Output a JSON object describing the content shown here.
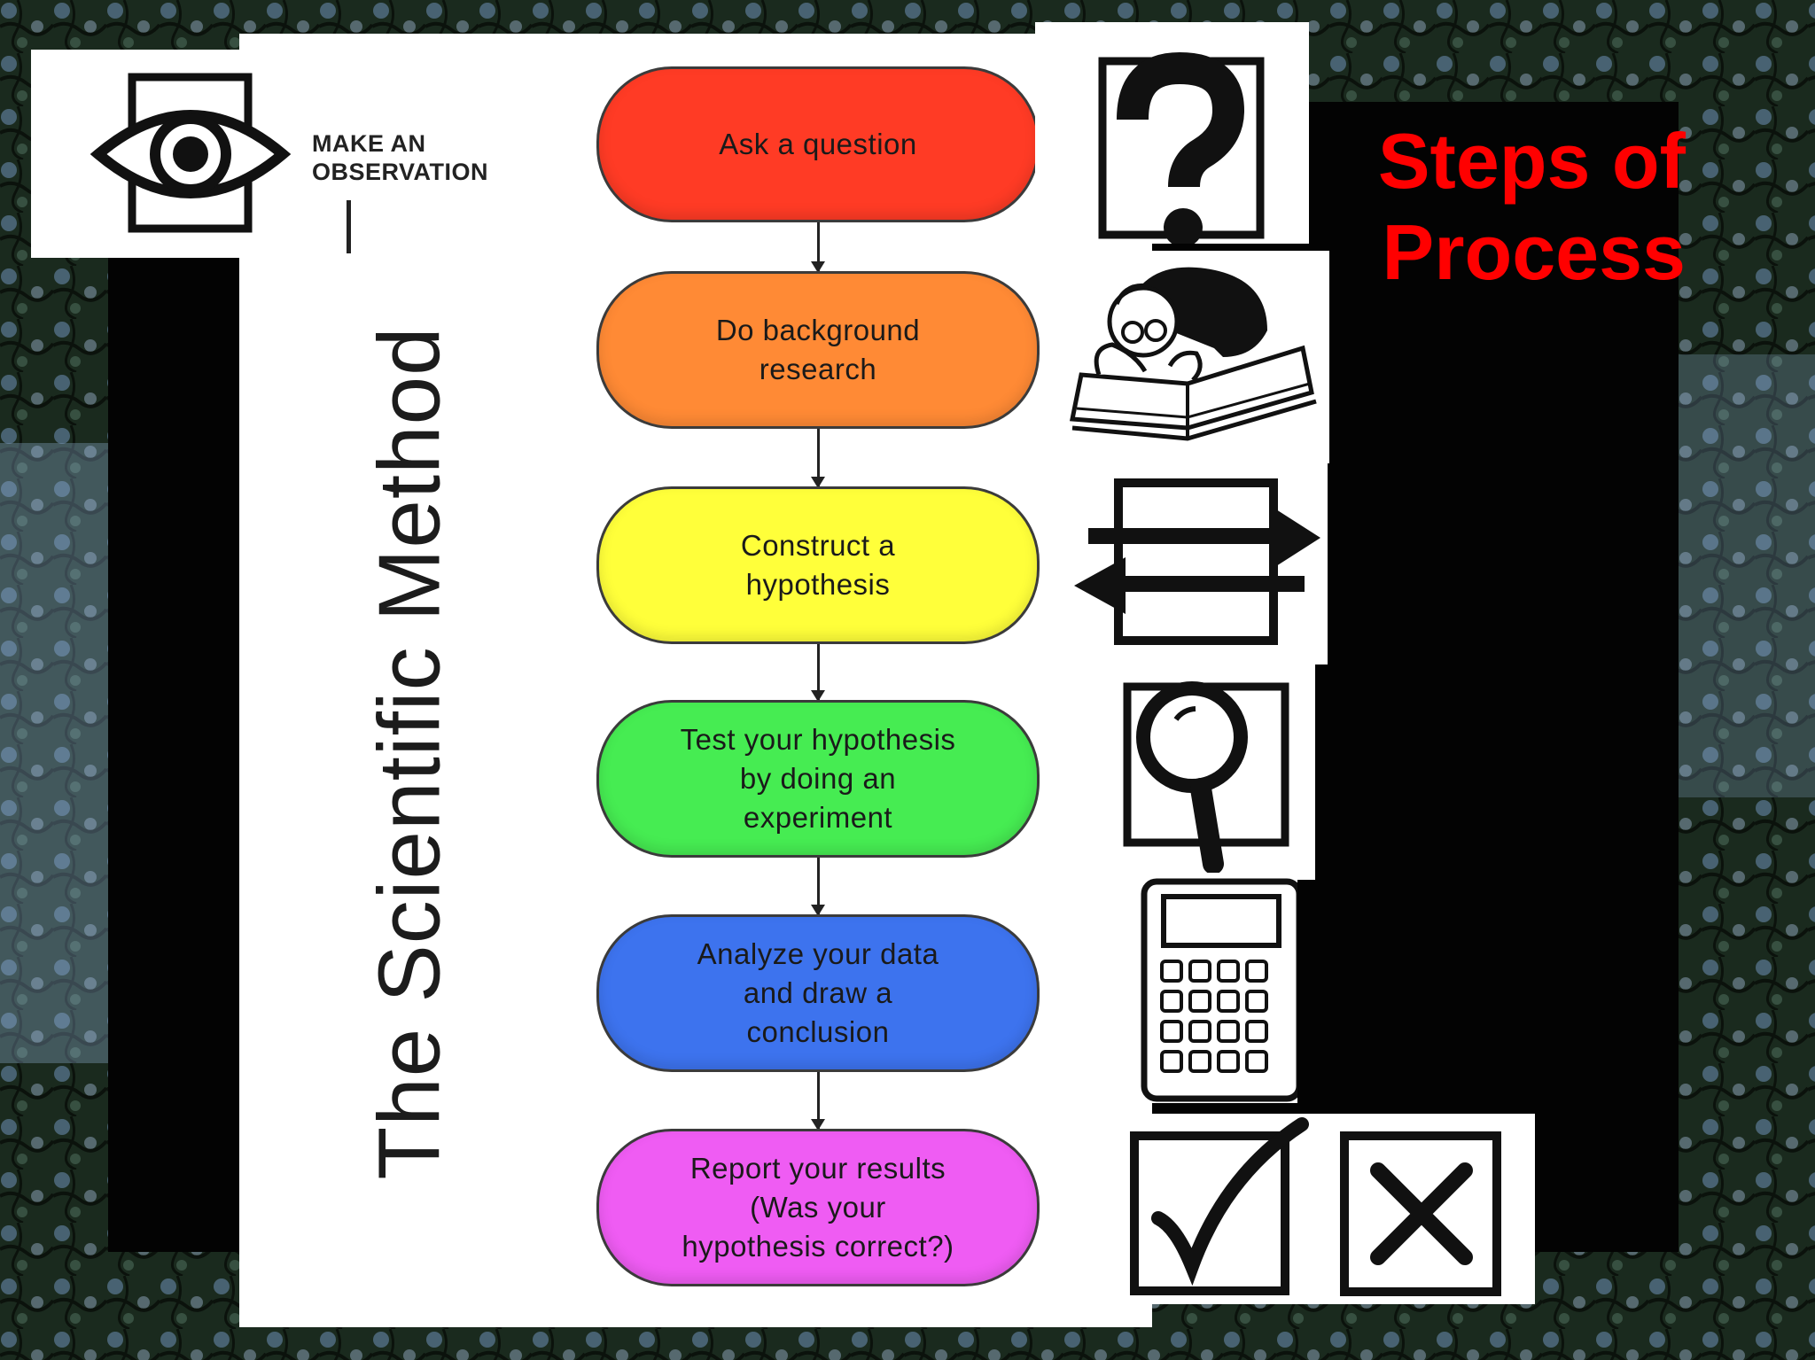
{
  "slide": {
    "title_line1": "Steps of",
    "title_line2": "Process",
    "title_color": "#ff0000"
  },
  "diagram": {
    "observation_line1": "MAKE AN",
    "observation_line2": "OBSERVATION",
    "vertical_title": "The Scientific Method",
    "steps": [
      {
        "lines": [
          "Ask a question"
        ],
        "color": "#ff3b25"
      },
      {
        "lines": [
          "Do background",
          "research"
        ],
        "color": "#ff8a35"
      },
      {
        "lines": [
          "Construct a",
          "hypothesis"
        ],
        "color": "#ffff3a"
      },
      {
        "lines": [
          "Test your hypothesis",
          "by doing an",
          "experiment"
        ],
        "color": "#46ec52"
      },
      {
        "lines": [
          "Analyze your data",
          "and draw a",
          "conclusion"
        ],
        "color": "#3d73ee"
      },
      {
        "lines": [
          "Report your results",
          "(Was your",
          "hypothesis correct?)"
        ],
        "color": "#ef5cf3"
      }
    ]
  },
  "icons": [
    "eye-icon",
    "question-mark-icon",
    "reading-scholar-icon",
    "exchange-arrows-icon",
    "magnifying-glass-icon",
    "calculator-icon",
    "checkmark-box-icon",
    "x-box-icon"
  ]
}
